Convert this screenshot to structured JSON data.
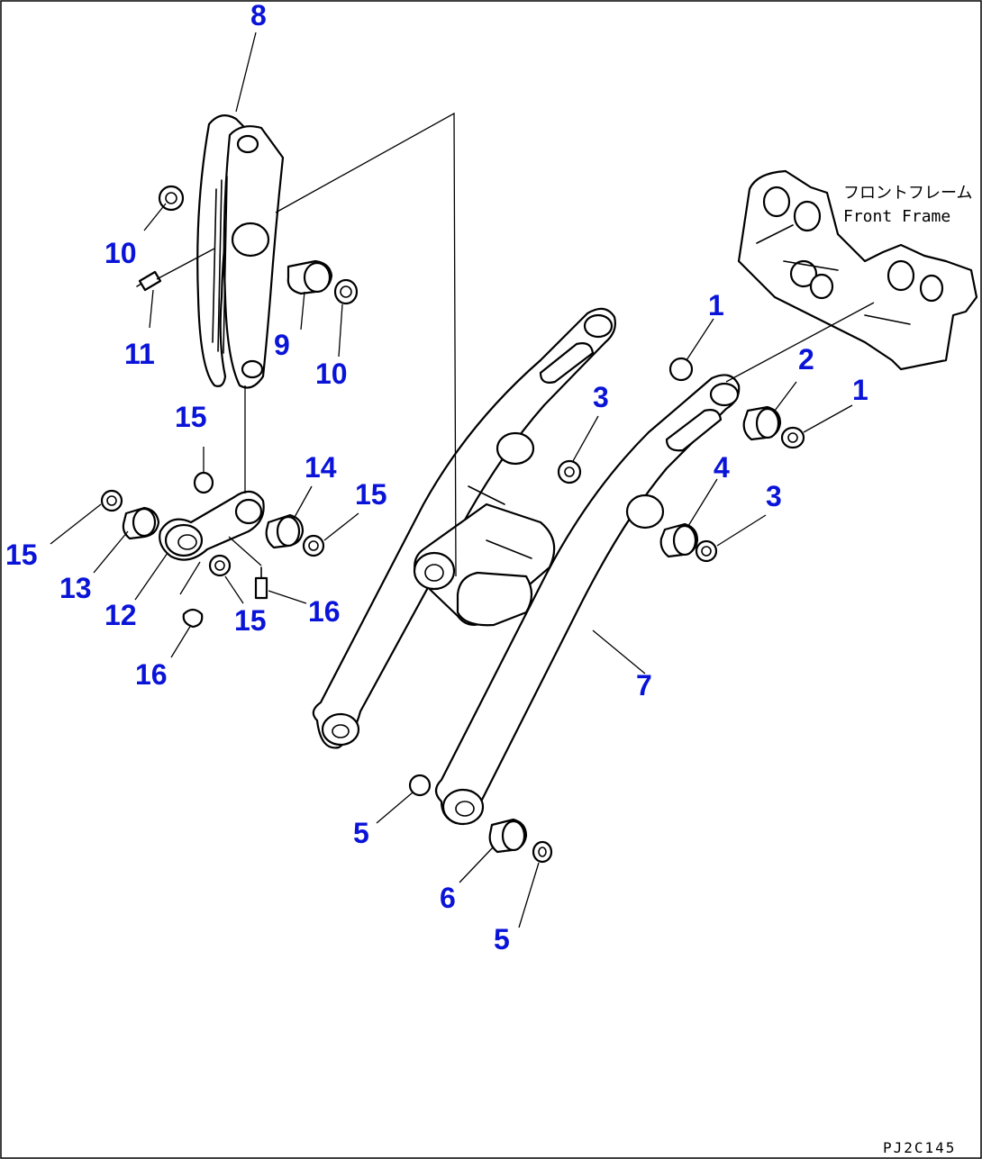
{
  "callouts": {
    "c1": "1",
    "c2": "2",
    "c3": "3",
    "c4": "4",
    "c5": "5",
    "c6": "6",
    "c7": "7",
    "c8": "8",
    "c9": "9",
    "c10": "10",
    "c11": "11",
    "c12": "12",
    "c13": "13",
    "c14": "14",
    "c15": "15",
    "c16": "16"
  },
  "front_frame": {
    "label_jp": "フロントフレーム",
    "label_en": "Front Frame"
  },
  "drawing_code": "PJ2C145",
  "colors": {
    "callout": "#0a14d8",
    "line": "#000000",
    "background": "#ffffff"
  }
}
